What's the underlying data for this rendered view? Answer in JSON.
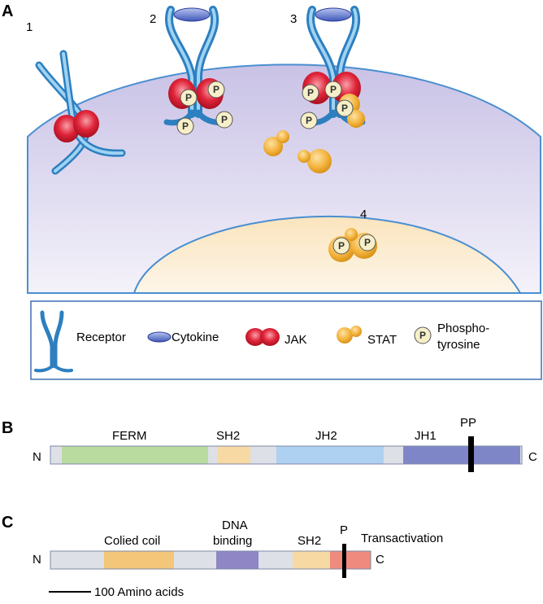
{
  "panel_a": {
    "letter": "A",
    "steps": [
      "1",
      "2",
      "3",
      "4"
    ],
    "phospho_symbol": "P",
    "legend": {
      "receptor": "Receptor",
      "cytokine": "Cytokine",
      "jak": "JAK",
      "stat": "STAT",
      "phospho_line1": "Phospho-",
      "phospho_line2": "tyrosine"
    }
  },
  "panel_b": {
    "letter": "B",
    "n_terminus": "N",
    "c_terminus": "C",
    "domains": [
      "FERM",
      "SH2",
      "JH2",
      "JH1"
    ],
    "phospho_label": "PP"
  },
  "panel_c": {
    "letter": "C",
    "n_terminus": "N",
    "c_terminus": "C",
    "domains": [
      "Colied coil",
      "DNA",
      "binding",
      "SH2"
    ],
    "phospho_label": "P",
    "transactivation": "Transactivation",
    "scale_label": "100 Amino acids"
  },
  "colors": {
    "cell_body": "#d6d0ec",
    "nucleus": "#fbe7c4",
    "receptor": "#4aa3d8",
    "cytokine": "#4b66c1",
    "jak": "#e0243a",
    "stat": "#f3b23a",
    "phospho": "#f6efc8",
    "ferm": "#b9dba0",
    "sh2": "#f7d9a4",
    "jh2": "#aed1f1",
    "jh1": "#7f86c8",
    "coiled_coil": "#f3c67a",
    "dna_binding": "#8f86c6",
    "transactivation": "#ef8b7e",
    "linker": "#dde0e6"
  }
}
